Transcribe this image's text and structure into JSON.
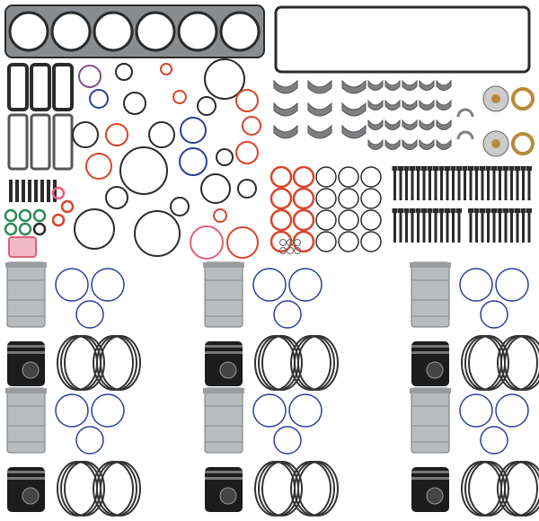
{
  "product": {
    "kind": "engine-overhaul-kit-photo",
    "cylinder_sets": 6,
    "head_gasket_bores": 6
  },
  "colors": {
    "background": "#ffffff",
    "gasket_steel": "#8a8d90",
    "gasket_dark": "#2b2b2b",
    "oring_red": "#d8452b",
    "oring_green": "#2e8a57",
    "oring_pink": "#e0607a",
    "oring_blue": "#2a3f9a",
    "bearing": "#7d7f82",
    "liner": "#b9bcbf",
    "piston_black": "#1c1c1c",
    "thermostat_brass": "#b88a3a"
  }
}
